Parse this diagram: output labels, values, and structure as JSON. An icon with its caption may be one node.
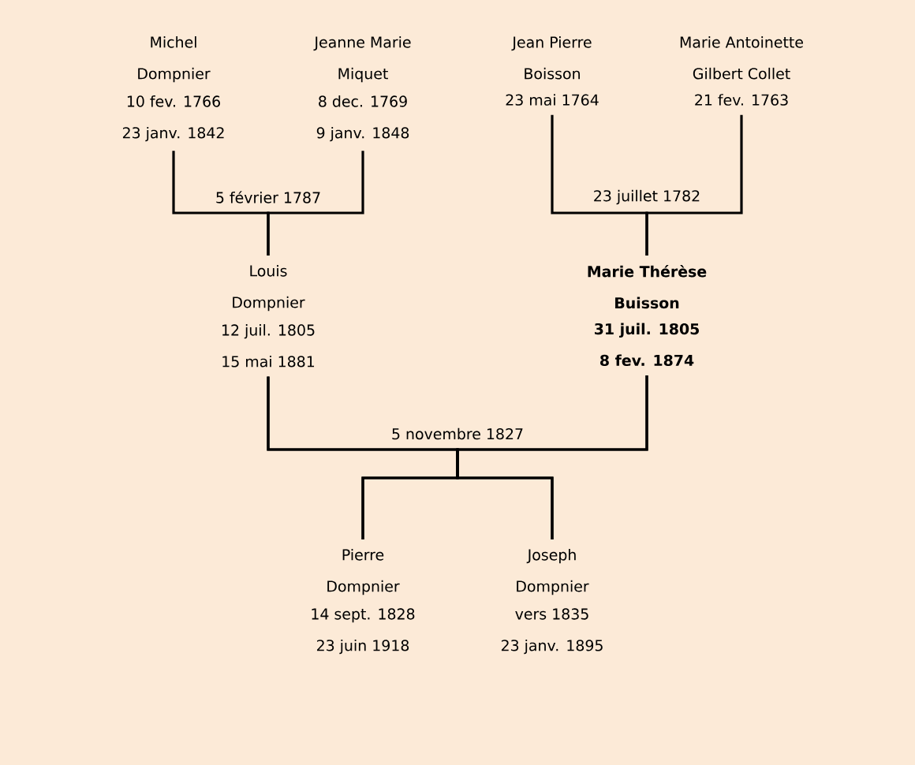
{
  "diagram": {
    "nodes": [
      {
        "text": [
          "Michel Dompnier",
          "10 fev. 1766",
          "23 janv. 1842"
        ]
      },
      {
        "text": [
          "Jeanne Marie Miquet",
          "8 dec. 1769",
          "9 janv. 1848"
        ]
      },
      {
        "text": [
          "Jean Pierre Boisson",
          "23 mai 1764"
        ]
      },
      {
        "text": [
          "Marie Antoinette Gilbert Collet",
          "21 fev. 1763"
        ]
      },
      {
        "text": [
          "Louis Dompnier",
          "12 juil. 1805",
          "15 mai 1881"
        ]
      },
      {
        "text": [
          "Marie Thérèse Buisson",
          "31 juil. 1805",
          "8 fev. 1874"
        ]
      },
      {
        "text": [
          "Pierre Dompnier",
          "14 sept. 1828",
          "23 juin 1918"
        ]
      },
      {
        "text": [
          "Joseph Dompnier",
          "vers 1835",
          "23 janv. 1895"
        ]
      }
    ],
    "edges": [
      {
        "from": 0,
        "to": 4,
        "arrow": "none",
        "label": "5 février 1787"
      },
      {
        "from": 1,
        "to": 4,
        "arrow": "none"
      },
      {
        "from": 2,
        "to": 5,
        "arrow": "none",
        "label": "23 juillet 1782"
      },
      {
        "from": 3,
        "to": 5,
        "arrow": "none"
      },
      {
        "from": 4,
        "to": 6,
        "arrow": "none",
        "label": "5 novembre 1827"
      },
      {
        "from": 5,
        "to": 6,
        "arrow": "none"
      },
      {
        "from": 4,
        "to": 7,
        "arrow": "none"
      },
      {
        "from": 5,
        "to": 7,
        "arrow": "none"
      }
    ]
  }
}
